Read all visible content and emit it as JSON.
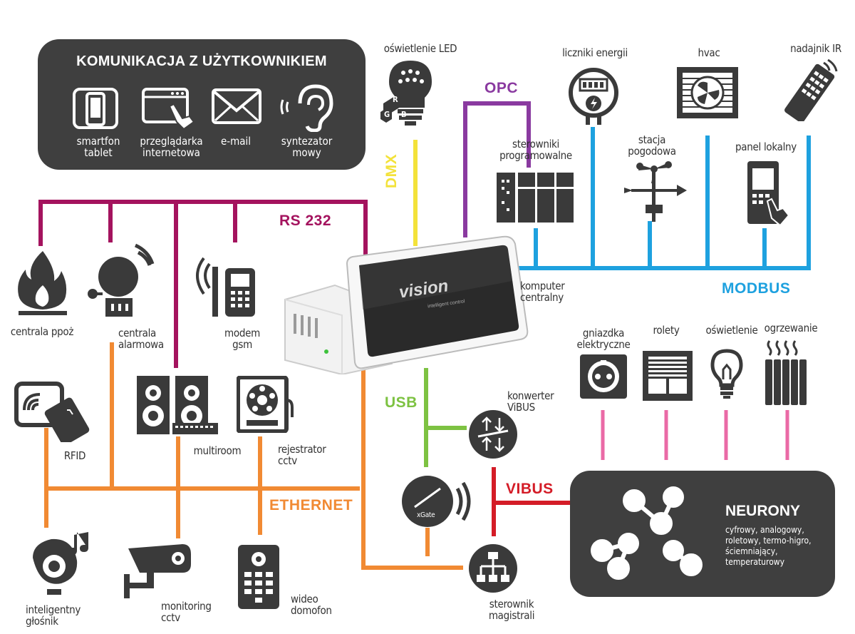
{
  "user_panel": {
    "title": "KOMUNIKACJA Z UŻYTKOWNIKIEM",
    "items": [
      {
        "label": "smartfon\ntablet",
        "icon": "smartphone-tablet-icon"
      },
      {
        "label": "przeglądarka\ninternetowa",
        "icon": "browser-click-icon"
      },
      {
        "label": "e-mail",
        "icon": "envelope-icon"
      },
      {
        "label": "syntezator\nmowy",
        "icon": "ear-icon"
      }
    ]
  },
  "neurony": {
    "title": "NEURONY",
    "desc": "cyfrowy, analogowy,\nroletowy, termo-higro,\nściemniający,\ntemperaturowy"
  },
  "bus_labels": {
    "rs232": "RS 232",
    "opc": "OPC",
    "dmx": "DMX",
    "modbus": "MODBUS",
    "usb": "USB",
    "ethernet": "ETHERNET",
    "vibus": "VIBUS"
  },
  "colors": {
    "rs232": "#a4135e",
    "opc": "#8a3aa0",
    "dmx": "#f3e23a",
    "modbus": "#1ea1df",
    "usb": "#7dc242",
    "ethernet": "#f18a33",
    "vibus": "#d41c27",
    "neuron_links": "#ea6aa6",
    "icon": "#3a3a3a",
    "panel": "#3f3f3f"
  },
  "central": {
    "label": "komputer\ncentralny",
    "screen_logo": "vision",
    "screen_sub": "intelligent control"
  },
  "devices": {
    "led": "oświetlenie LED",
    "energy": "liczniki energii",
    "hvac": "hvac",
    "ir": "nadajnik IR",
    "plc": "sterowniki\nprogramowalne",
    "weather": "stacja\npogodowa",
    "local_panel": "panel lokalny",
    "fire": "centrala ppoż",
    "alarm": "centrala\nalarmowa",
    "gsm": "modem\ngsm",
    "rfid": "RFID",
    "multiroom": "multiroom",
    "dvr": "rejestrator\ncctv",
    "speaker": "inteligentny\ngłośnik",
    "cctv": "monitoring\ncctv",
    "intercom": "wideo\ndomofon",
    "socket": "gniazdka\nelektryczne",
    "blinds": "rolety",
    "lighting": "oświetlenie",
    "heating": "ogrzewanie",
    "vibus_converter": "konwerter\nViBUS",
    "bus_controller": "sterownik\nmagistrali",
    "xgate": "xGate"
  },
  "rgb_letters": [
    "R",
    "G",
    "B"
  ]
}
